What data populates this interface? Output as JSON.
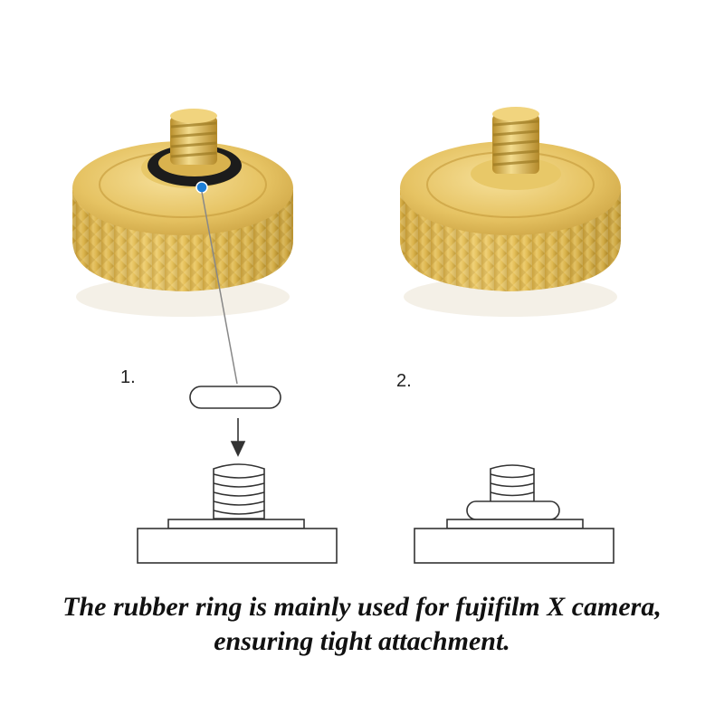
{
  "steps": [
    {
      "number": "1."
    },
    {
      "number": "2."
    }
  ],
  "caption": {
    "line1": "The rubber ring is mainly used for fujifilm X camera,",
    "line2": "ensuring tight attachment."
  },
  "colors": {
    "gold": "#e2bb52",
    "gold_dark": "#b08a2a",
    "gold_light": "#f4dc8e",
    "rubber_ring": "#1c1c1c",
    "pointer_dot": "#1e7fd8",
    "outline": "#333333"
  }
}
